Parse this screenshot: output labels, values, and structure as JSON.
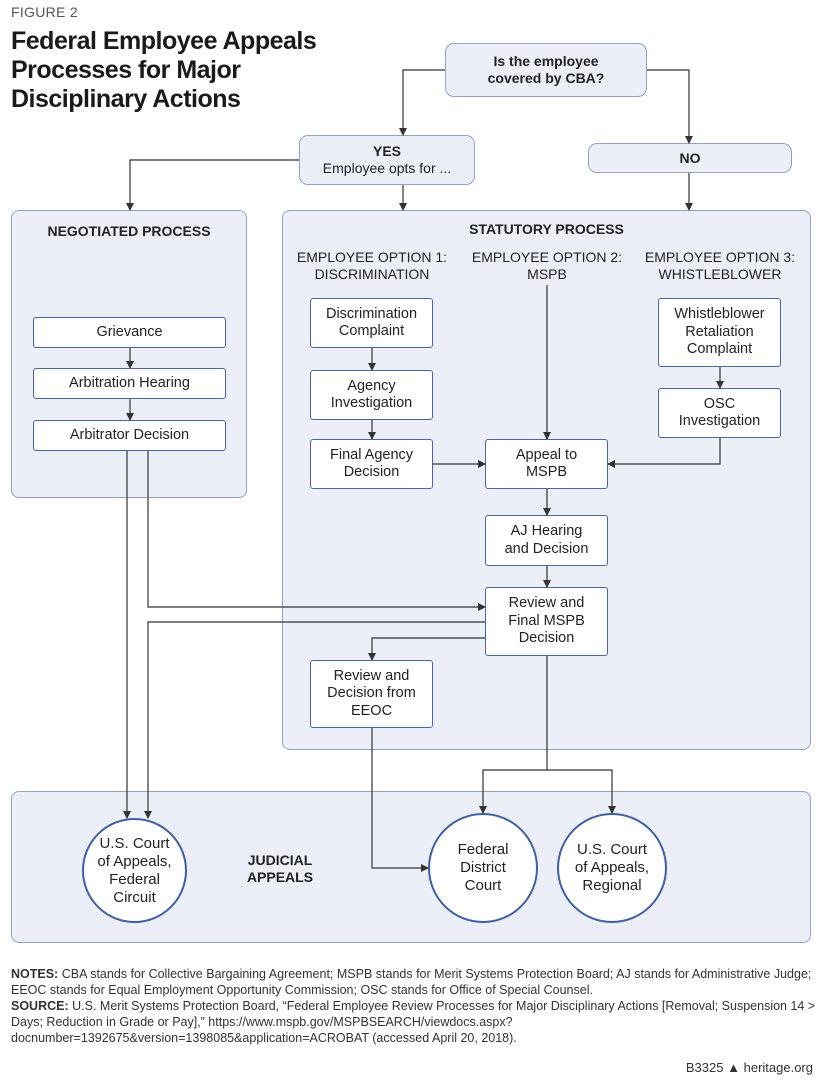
{
  "figure_label": "FIGURE 2",
  "title": "Federal Employee Appeals Processes for Major Disciplinary Actions",
  "question": "Is the employee covered by CBA?",
  "yes": {
    "label": "YES",
    "sub": "Employee opts for ..."
  },
  "no": {
    "label": "NO"
  },
  "negotiated": {
    "heading": "NEGOTIATED PROCESS",
    "steps": [
      "Grievance",
      "Arbitration Hearing",
      "Arbitrator Decision"
    ]
  },
  "statutory": {
    "heading": "STATUTORY PROCESS",
    "options": [
      {
        "line1": "EMPLOYEE OPTION 1:",
        "line2": "DISCRIMINATION"
      },
      {
        "line1": "EMPLOYEE OPTION 2:",
        "line2": "MSPB"
      },
      {
        "line1": "EMPLOYEE OPTION 3:",
        "line2": "WHISTLEBLOWER"
      }
    ],
    "boxes": {
      "disc_complaint": "Discrimination Complaint",
      "agency_inv": "Agency Investigation",
      "final_agency": "Final Agency Decision",
      "whistle": "Whistleblower Retaliation Complaint",
      "osc": "OSC Investigation",
      "appeal_mspb": "Appeal to MSPB",
      "aj": "AJ Hearing and Decision",
      "review_final": "Review and Final MSPB Decision",
      "eeoc": "Review and Decision from EEOC"
    }
  },
  "judicial": {
    "heading": "JUDICIAL APPEALS",
    "courts": [
      "U.S. Court of Appeals, Federal Circuit",
      "Federal District Court",
      "U.S. Court of Appeals, Regional"
    ]
  },
  "notes": {
    "label": "NOTES:",
    "text": "CBA stands for Collective Bargaining Agreement; MSPB stands for Merit Systems Protection Board; AJ stands for Administrative Judge; EEOC stands for Equal Employment Opportunity Commission; OSC stands for Office of Special Counsel."
  },
  "source": {
    "label": "SOURCE:",
    "text": "U.S. Merit Systems Protection Board, “Federal Employee Review Processes for Major Disciplinary Actions [Removal; Suspension 14 > Days; Reduction in Grade or Pay],” https://www.mspb.gov/MSPBSEARCH/viewdocs.aspx?docnumber=1392675&version=1398085&application=ACROBAT (accessed April 20, 2018)."
  },
  "footer": {
    "code": "B3325",
    "logo_icon": "liberty-bell-icon",
    "site": "heritage.org"
  },
  "colors": {
    "panel_fill": "#eceff7",
    "panel_border": "#8fa3cc",
    "box_border": "#4a66a8"
  }
}
